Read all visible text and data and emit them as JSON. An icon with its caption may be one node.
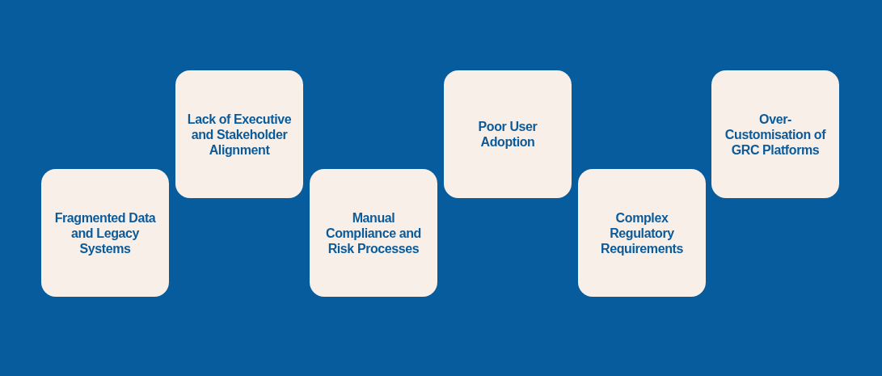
{
  "diagram": {
    "nodes": [
      {
        "text": [
          "Fragmented Data and Legacy Systems"
        ]
      },
      {
        "text": [
          "Lack of Executive and Stakeholder Alignment"
        ]
      },
      {
        "text": [
          "Manual Compliance and Risk Processes"
        ]
      },
      {
        "text": [
          "Poor User Adoption"
        ]
      },
      {
        "text": [
          "Complex Regulatory Requirements"
        ]
      },
      {
        "text": [
          "Over-Customisation of GRC Platforms"
        ]
      }
    ]
  }
}
